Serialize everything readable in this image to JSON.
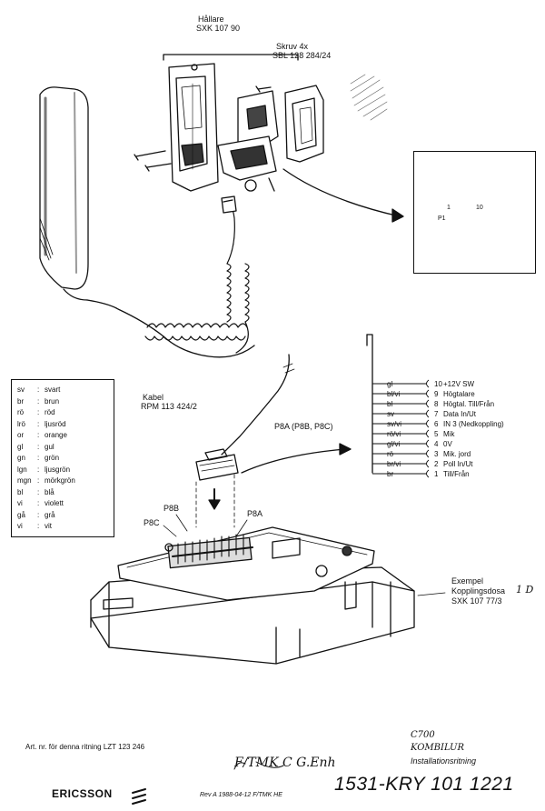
{
  "labels": {
    "hallare": "Hållare",
    "hallare_code": "SXK 107 90",
    "skruv": "Skruv 4x",
    "skruv_code": "SBL 128 284/24",
    "kabel": "Kabel",
    "kabel_code": "RPM 113 424/2",
    "p8a_ref": "P8A (P8B, P8C)",
    "p8b": "P8B",
    "p8c": "P8C",
    "p8a": "P8A",
    "exempel": "Exempel",
    "kopplingsdosa": "Kopplingsdosa",
    "kopplingsdosa_mark": "1 D",
    "kopplingsdosa_code": "SXK 107 77/3",
    "detail_p1": "P1",
    "detail_1": "1",
    "detail_10": "10"
  },
  "legend": [
    {
      "code": "sv",
      "name": "svart"
    },
    {
      "code": "br",
      "name": "brun"
    },
    {
      "code": "rö",
      "name": "röd"
    },
    {
      "code": "lrö",
      "name": "ljusröd"
    },
    {
      "code": "or",
      "name": "orange"
    },
    {
      "code": "gl",
      "name": "gul"
    },
    {
      "code": "gn",
      "name": "grön"
    },
    {
      "code": "lgn",
      "name": "ljusgrön"
    },
    {
      "code": "mgn",
      "name": "mörkgrön"
    },
    {
      "code": "bl",
      "name": "blå"
    },
    {
      "code": "vi",
      "name": "violett"
    },
    {
      "code": "gå",
      "name": "grå"
    },
    {
      "code": "vi",
      "name": "vit"
    }
  ],
  "pins": [
    {
      "wire": "gl",
      "num": "10",
      "func": "+12V SW"
    },
    {
      "wire": "bl/vi",
      "num": "9",
      "func": "Högtalare"
    },
    {
      "wire": "bl",
      "num": "8",
      "func": "Högtal. Till/Från"
    },
    {
      "wire": "sv",
      "num": "7",
      "func": "Data In/Ut"
    },
    {
      "wire": "sv/vi",
      "num": "6",
      "func": "IN 3 (Nedkoppling)"
    },
    {
      "wire": "rö/vi",
      "num": "5",
      "func": "Mik"
    },
    {
      "wire": "gl/vi",
      "num": "4",
      "func": "0V"
    },
    {
      "wire": "rö",
      "num": "3",
      "func": "Mik. jord"
    },
    {
      "wire": "br/vi",
      "num": "2",
      "func": "Poll In/Ut"
    },
    {
      "wire": "br",
      "num": "1",
      "func": "Till/Från"
    }
  ],
  "footer": {
    "art_nr": "Art. nr. för denna ritning  LZT 123 246",
    "model": "C700",
    "product": "KOMBILUR",
    "doc_type": "Installationsritning",
    "signature": "F/TMK C  G.Enh",
    "company": "ERICSSON",
    "revision": "Rev A  1988-04-12  F/TMK  HE",
    "doc_number": "1531-KRY 101 1221"
  },
  "colors": {
    "ink": "#111111",
    "paper": "#ffffff",
    "shade": "#555555"
  }
}
